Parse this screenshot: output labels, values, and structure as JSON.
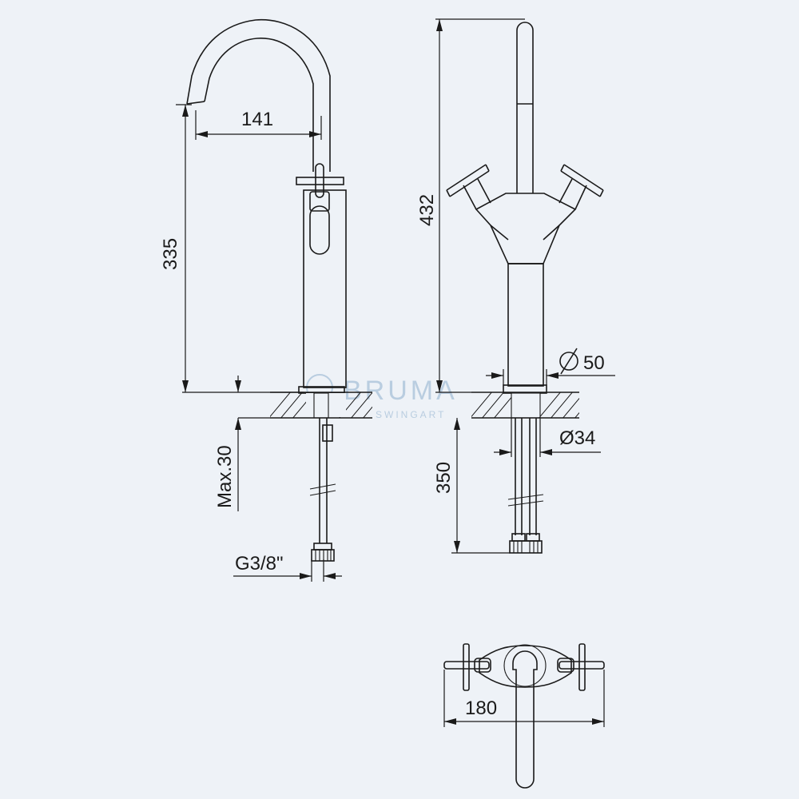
{
  "watermark": {
    "brand": "BRUMA",
    "tagline": "SWINGART"
  },
  "dimensions": {
    "spout_reach": "141",
    "spout_height": "335",
    "total_height": "432",
    "body_diameter": "50",
    "shank_diameter": "Ø34",
    "hose_length": "350",
    "max_counter": "Max.30",
    "thread": "G3/8\"",
    "handle_span": "180"
  },
  "colors": {
    "background": "#eef2f7",
    "line": "#1a1a1a",
    "watermark": "#b9cde0"
  }
}
